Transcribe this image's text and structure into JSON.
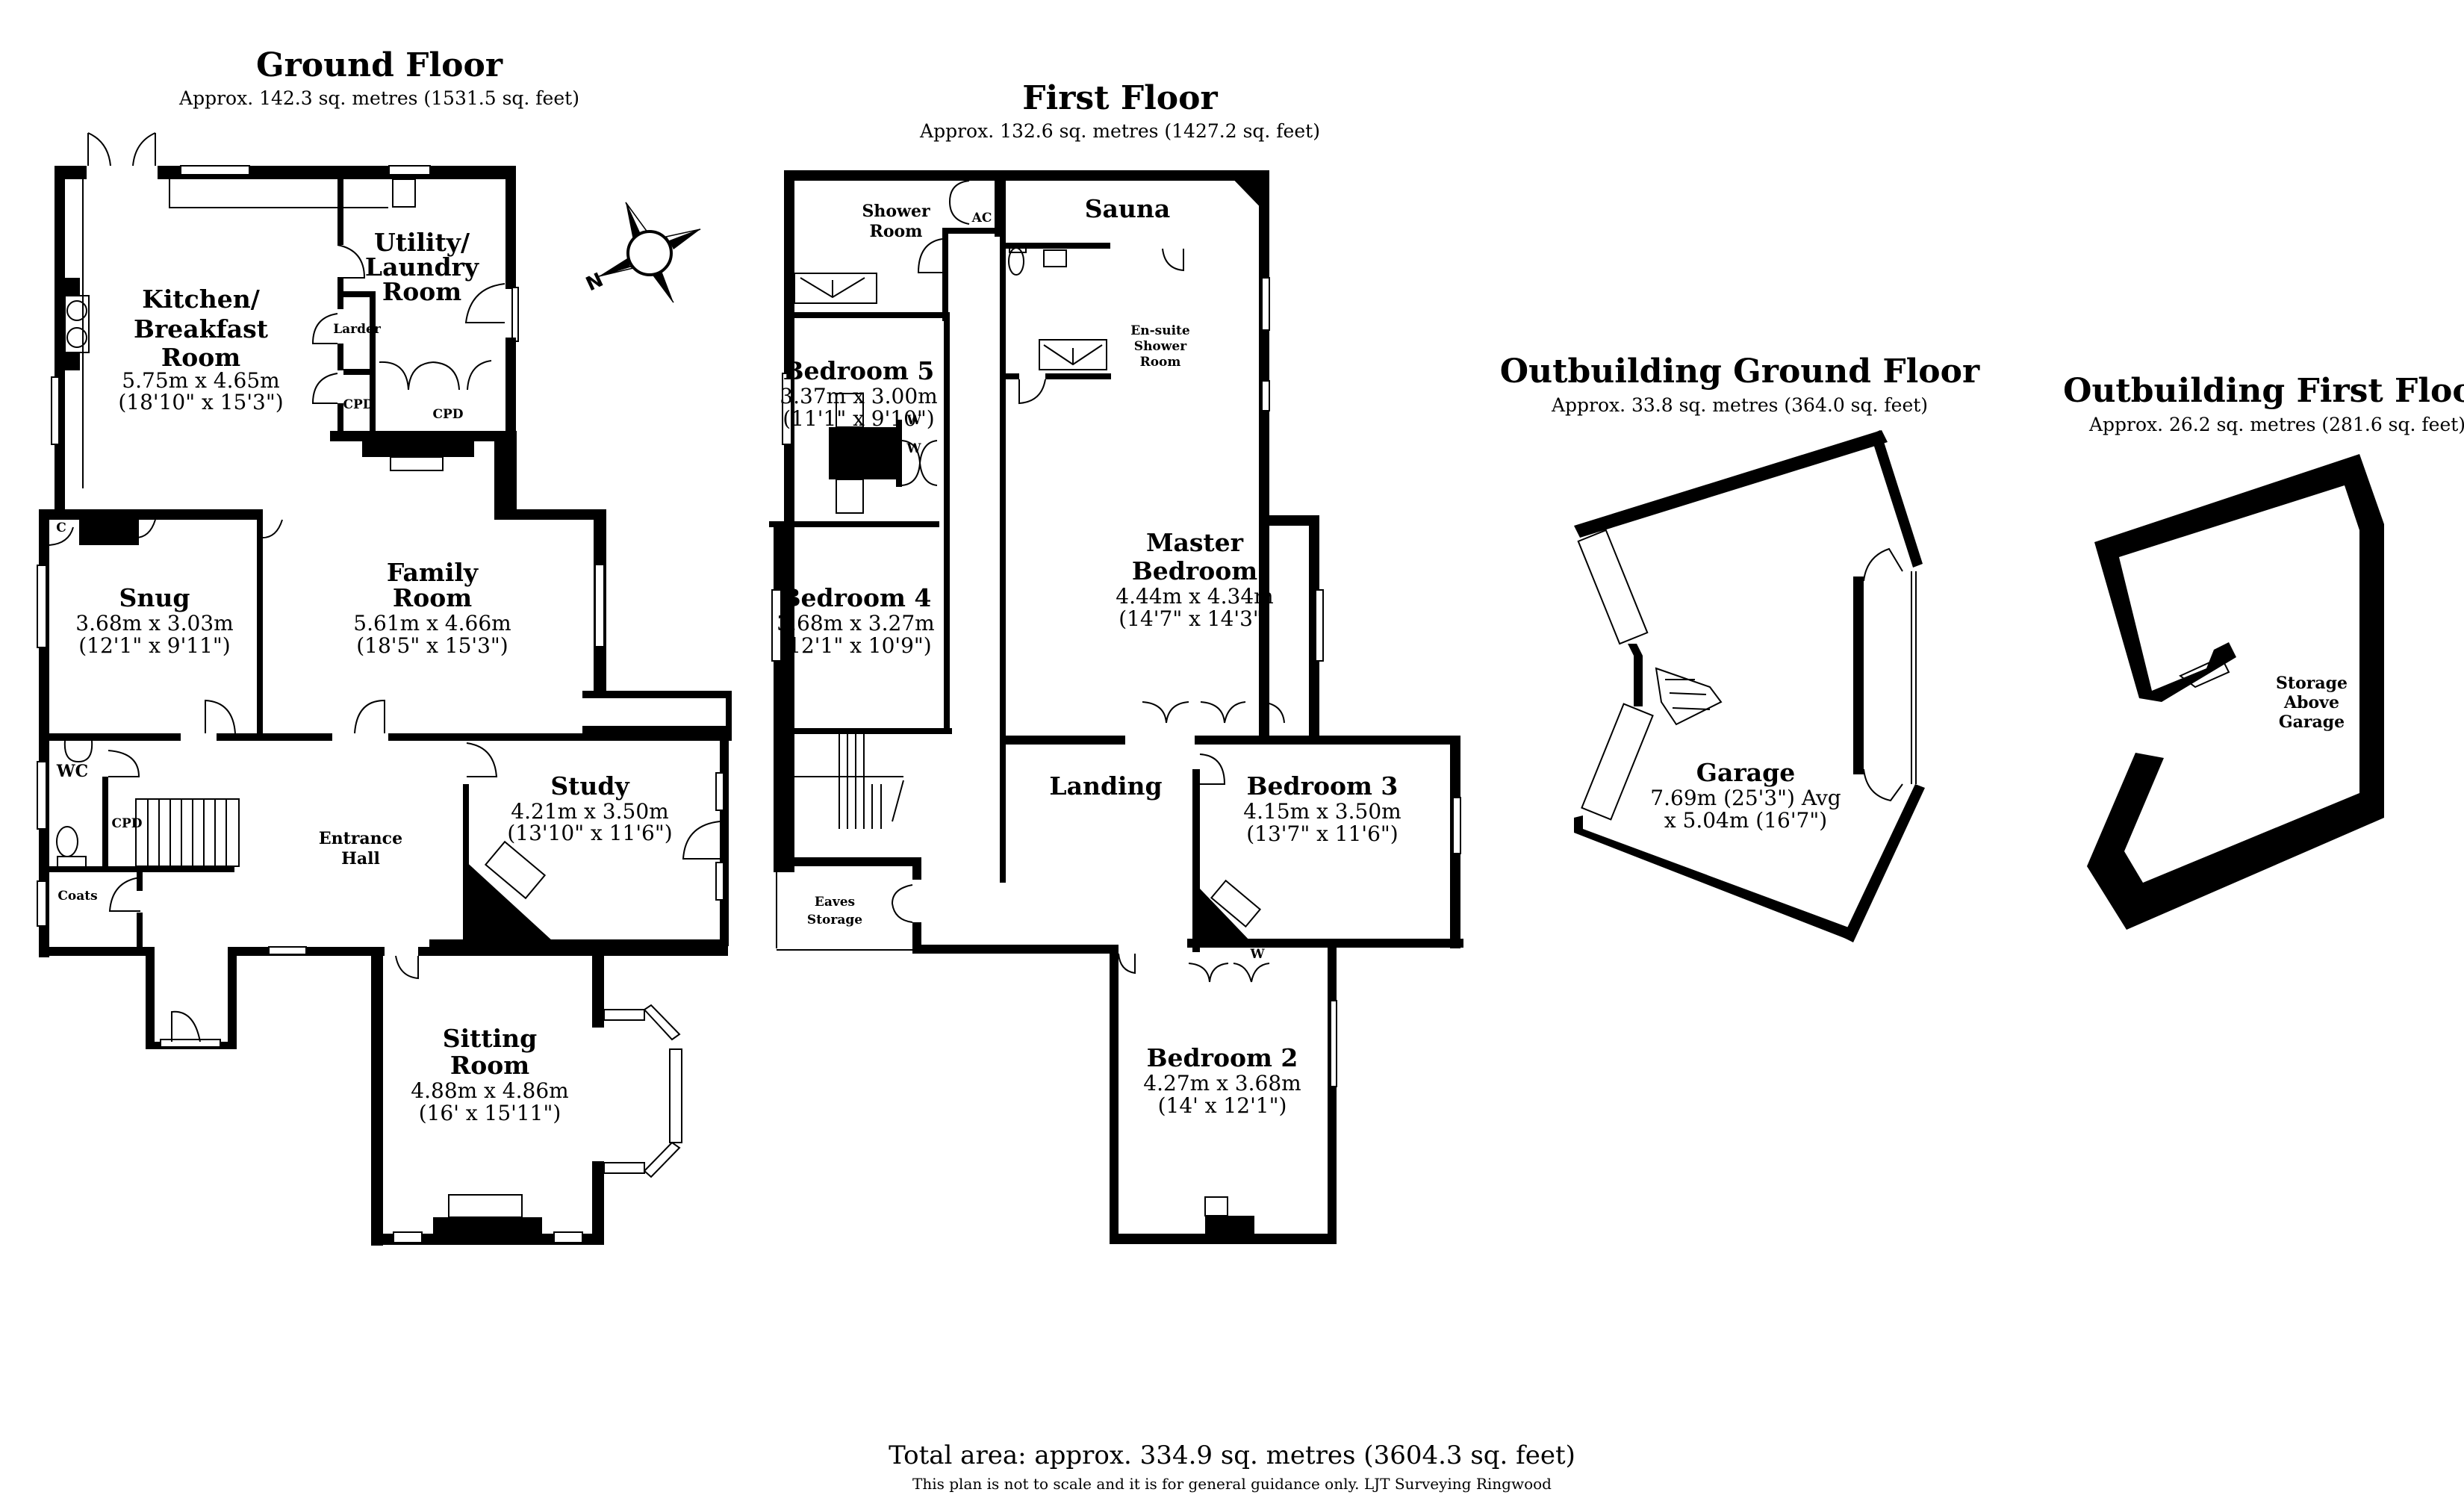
{
  "floors": {
    "ground": {
      "title": "Ground Floor",
      "area": "Approx. 142.3 sq. metres (1531.5 sq. feet)",
      "rooms": {
        "kitchen": {
          "name_lines": [
            "Kitchen/",
            "Breakfast",
            "Room"
          ],
          "dim_m": "5.75m x 4.65m",
          "dim_ft": "(18'10\" x 15'3\")"
        },
        "utility": {
          "name_lines": [
            "Utility/",
            "Laundry",
            "Room"
          ]
        },
        "larder": {
          "name": "Larder"
        },
        "cpd_kitchen": {
          "name": "CPD"
        },
        "cpd_utility": {
          "name": "CPD"
        },
        "snug": {
          "name": "Snug",
          "dim_m": "3.68m x 3.03m",
          "dim_ft": "(12'1\" x 9'11\")"
        },
        "cupboard_c": {
          "name": "C"
        },
        "family": {
          "name_lines": [
            "Family",
            "Room"
          ],
          "dim_m": "5.61m x 4.66m",
          "dim_ft": "(18'5\" x 15'3\")"
        },
        "wc": {
          "name": "WC"
        },
        "cpd_hall": {
          "name": "CPD"
        },
        "coats": {
          "name": "Coats"
        },
        "hall": {
          "name_lines": [
            "Entrance",
            "Hall"
          ]
        },
        "study": {
          "name": "Study",
          "dim_m": "4.21m x 3.50m",
          "dim_ft": "(13'10\" x 11'6\")"
        },
        "sitting": {
          "name_lines": [
            "Sitting",
            "Room"
          ],
          "dim_m": "4.88m x 4.86m",
          "dim_ft": "(16' x 15'11\")"
        }
      }
    },
    "first": {
      "title": "First Floor",
      "area": "Approx. 132.6 sq. metres (1427.2 sq. feet)",
      "rooms": {
        "shower": {
          "name_lines": [
            "Shower",
            "Room"
          ]
        },
        "ac": {
          "name": "AC"
        },
        "sauna": {
          "name": "Sauna"
        },
        "ensuite": {
          "name_lines": [
            "En-suite",
            "Shower",
            "Room"
          ]
        },
        "bed5": {
          "name": "Bedroom 5",
          "dim_m": "3.37m x 3.00m",
          "dim_ft": "(11'1\" x 9'10\")"
        },
        "w5": {
          "name": "W"
        },
        "bed4": {
          "name": "Bedroom 4",
          "dim_m": "3.68m x 3.27m",
          "dim_ft": "(12'1\" x 10'9\")"
        },
        "w4": {
          "name": "W"
        },
        "master": {
          "name_lines": [
            "Master",
            "Bedroom"
          ],
          "dim_m": "4.44m x 4.34m",
          "dim_ft": "(14'7\" x 14'3\")"
        },
        "landing": {
          "name": "Landing"
        },
        "bed3": {
          "name": "Bedroom 3",
          "dim_m": "4.15m x 3.50m",
          "dim_ft": "(13'7\" x 11'6\")"
        },
        "eaves": {
          "name_lines": [
            "Eaves",
            "Storage"
          ]
        },
        "w2": {
          "name": "W"
        },
        "bed2": {
          "name": "Bedroom 2",
          "dim_m": "4.27m x 3.68m",
          "dim_ft": "(14' x 12'1\")"
        }
      }
    },
    "out_ground": {
      "title": "Outbuilding Ground Floor",
      "area": "Approx. 33.8 sq. metres (364.0 sq. feet)",
      "rooms": {
        "garage": {
          "name": "Garage",
          "dim_line1": "7.69m (25'3\") Avg",
          "dim_line2": "x 5.04m (16'7\")"
        }
      }
    },
    "out_first": {
      "title": "Outbuilding First Floor",
      "area": "Approx. 26.2 sq. metres (281.6 sq. feet)",
      "rooms": {
        "storage": {
          "name_lines": [
            "Storage",
            "Above",
            "Garage"
          ]
        }
      }
    }
  },
  "compass": {
    "label": "N",
    "icon": "compass-rose-icon"
  },
  "footer": {
    "total": "Total area: approx. 334.9 sq. metres (3604.3 sq. feet)",
    "disclaimer": "This plan is not to scale and it is for general guidance only. LJT Surveying Ringwood"
  }
}
